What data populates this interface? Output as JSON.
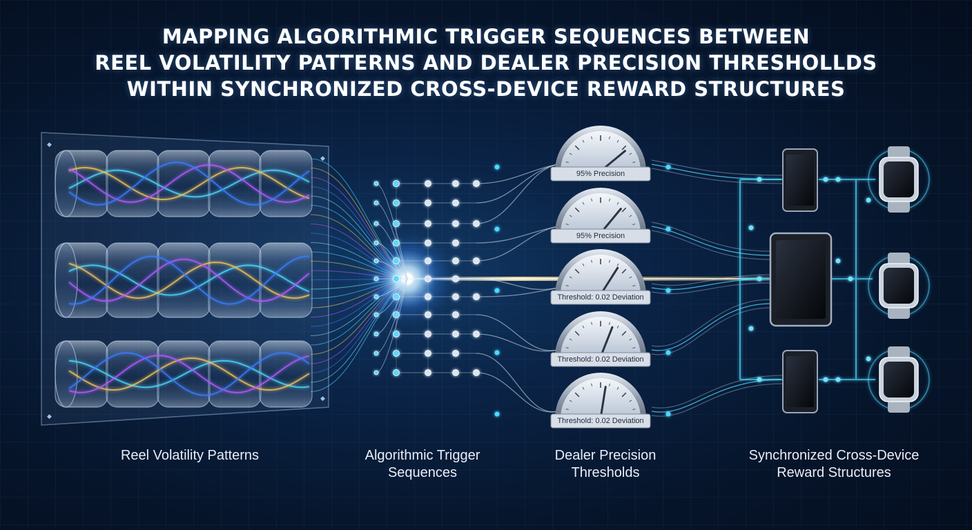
{
  "title": {
    "line1": "MAPPING ALGORITHMIC TRIGGER SEQUENCES BETWEEN",
    "line2": "REEL VOLATILITY PATTERNS AND DEALER PRECISION THRESHOLLDS",
    "line3": "WITHIN SYNCHRONIZED CROSS-DEVICE REWARD STRUCTURES"
  },
  "gauges": [
    {
      "label": "95% Precision",
      "level": 0.78
    },
    {
      "label": "95% Precision",
      "level": 0.72
    },
    {
      "label": "Threshold: 0.02 Deviation",
      "level": 0.68
    },
    {
      "label": "Threshold: 0.02 Deviation",
      "level": 0.62
    },
    {
      "label": "Threshold: 0.02 Deviation",
      "level": 0.55
    }
  ],
  "columns": {
    "reel": {
      "line1": "Reel Volatility Patterns"
    },
    "trigger": {
      "line1": "Algorithmic Trigger",
      "line2": "Sequences"
    },
    "dealer": {
      "line1": "Dealer Precision",
      "line2": "Thresholds"
    },
    "devices": {
      "line1": "Synchronized Cross-Device",
      "line2": "Reward Structures"
    }
  },
  "colors": {
    "cyan": "#4fd8ff",
    "gold": "#f5c45a",
    "violet": "#b45cff",
    "blue": "#3a7bff"
  },
  "icons": {
    "reel": "reel-cylinder-icon",
    "gauge": "gauge-meter-icon",
    "phone": "smartphone-icon",
    "tablet": "tablet-icon",
    "watch": "smartwatch-icon"
  }
}
